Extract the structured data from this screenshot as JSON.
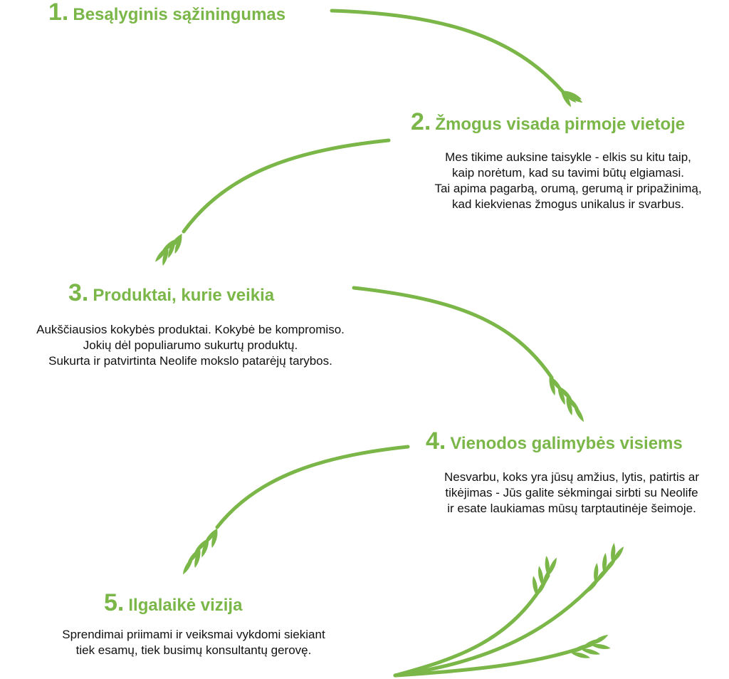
{
  "accent_color": "#7ab648",
  "items": [
    {
      "number": "1.",
      "title": "Besąlyginis sąžiningumas",
      "lines": []
    },
    {
      "number": "2.",
      "title": "Žmogus visada pirmoje vietoje",
      "lines": [
        "Mes tikime auksine taisykle - elkis su kitu taip,",
        "kaip norėtum, kad su tavimi būtų elgiamasi.",
        "Tai apima pagarbą, orumą, gerumą ir pripažinimą,",
        "kad kiekvienas žmogus unikalus ir svarbus."
      ]
    },
    {
      "number": "3.",
      "title": "Produktai, kurie veikia",
      "lines": [
        "Aukščiausios kokybės produktai. Kokybė be kompromiso.",
        "Jokių dėl populiarumo sukurtų produktų.",
        "Sukurta ir patvirtinta Neolife mokslo patarėjų tarybos."
      ]
    },
    {
      "number": "4.",
      "title": "Vienodos galimybės visiems",
      "lines": [
        "Nesvarbu, koks yra jūsų amžius, lytis, patirtis ar",
        "tikėjimas - Jūs galite sėkmingai sirbti su Neolife",
        "ir esate laukiamas mūsų tarptautinėje šeimoje."
      ]
    },
    {
      "number": "5.",
      "title": "Ilgalaikė vizija",
      "lines": [
        "Sprendimai priimami ir veiksmai vykdomi siekiant",
        "tiek esamų, tiek busimų konsultantų gerovę."
      ]
    }
  ]
}
